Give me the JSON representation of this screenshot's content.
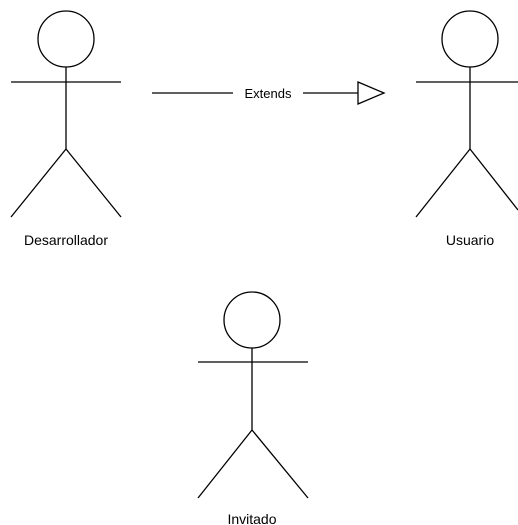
{
  "actors": [
    {
      "id": "desarrollador",
      "label": "Desarrollador"
    },
    {
      "id": "usuario",
      "label": "Usuario"
    },
    {
      "id": "invitado",
      "label": "Invitado"
    }
  ],
  "relations": [
    {
      "from": "desarrollador",
      "to": "usuario",
      "label": "Extends",
      "arrow": "hollow-triangle"
    }
  ],
  "colors": {
    "stroke": "#000000",
    "background": "#ffffff"
  }
}
